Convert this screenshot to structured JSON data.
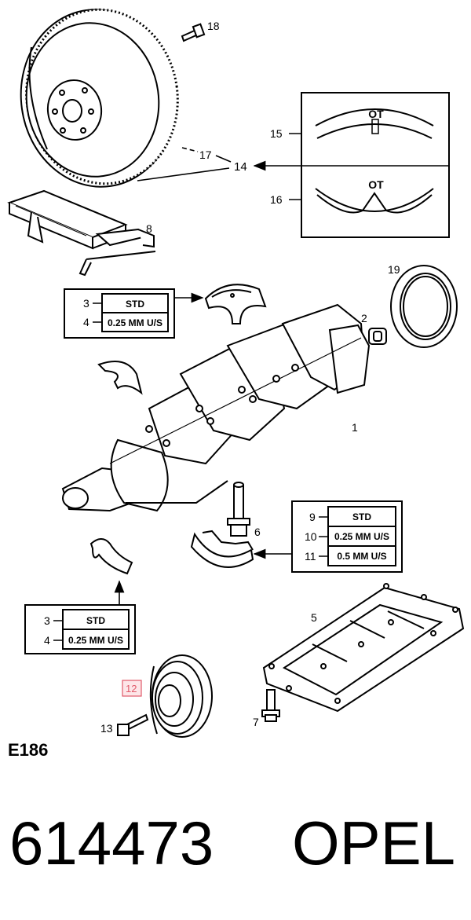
{
  "diagram_code": "E186",
  "caption": {
    "part_number": "614473",
    "brand": "OPEL"
  },
  "callouts": {
    "c1": "1",
    "c2": "2",
    "c5": "5",
    "c6": "6",
    "c7": "7",
    "c8": "8",
    "c12": "12",
    "c13": "13",
    "c14": "14",
    "c15": "15",
    "c16": "16",
    "c17": "17",
    "c18": "18",
    "c19": "19"
  },
  "timing_marks": {
    "mark_top": "OT",
    "mark_bottom": "OT"
  },
  "tables": {
    "upper_bearing": [
      {
        "ref": "3",
        "spec": "STD"
      },
      {
        "ref": "4",
        "spec": "0.25 MM U/S"
      }
    ],
    "main_cap_bearing": [
      {
        "ref": "9",
        "spec": "STD"
      },
      {
        "ref": "10",
        "spec": "0.25 MM U/S"
      },
      {
        "ref": "11",
        "spec": "0.5 MM U/S"
      }
    ],
    "lower_bearing": [
      {
        "ref": "3",
        "spec": "STD"
      },
      {
        "ref": "4",
        "spec": "0.25 MM U/S"
      }
    ]
  },
  "highlight_color": "#e05a6a"
}
